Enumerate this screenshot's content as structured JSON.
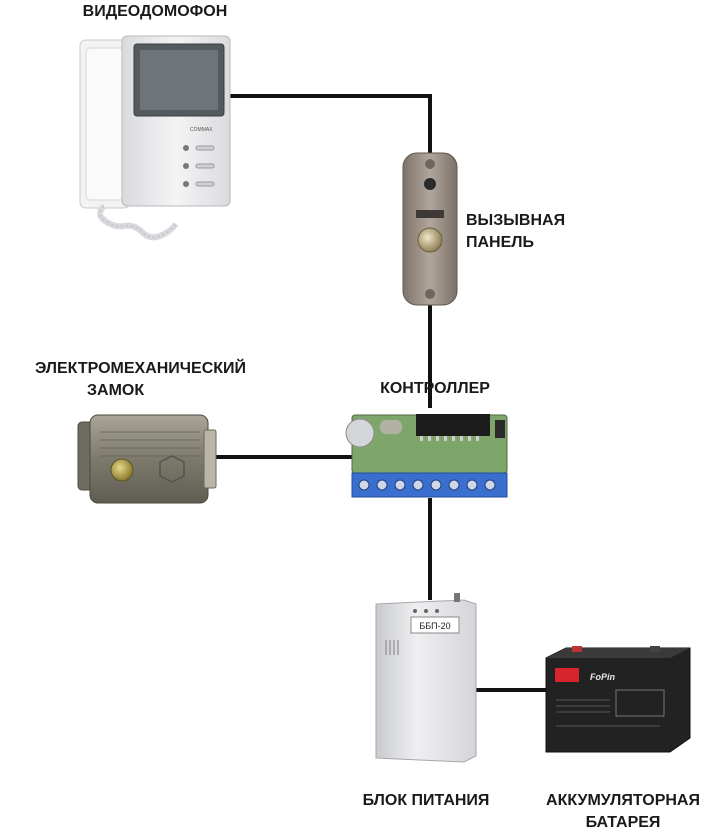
{
  "labels": {
    "videodomofon": "ВИДЕОДОМОФОН",
    "panel_line1": "ВЫЗЫВНАЯ",
    "panel_line2": "ПАНЕЛЬ",
    "lock_line1": "ЭЛЕКТРОМЕХАНИЧЕСКИЙ",
    "lock_line2": "ЗАМОК",
    "controller": "КОНТРОЛЛЕР",
    "psu": "БЛОК ПИТАНИЯ",
    "battery_line1": "АККУМУЛЯТОРНАЯ",
    "battery_line2": "БАТАРЕЯ"
  },
  "device_markings": {
    "monitor_brand": "COMMAX",
    "psu_model": "ББП-20",
    "battery_brand": "FoPin"
  },
  "colors": {
    "wire": "#111111",
    "monitor_body": "#e9eaec",
    "panel_body": "#9a8f85",
    "lock_body": "#8f8c80",
    "pcb": "#7fa66a",
    "terminal": "#3a6fcf",
    "psu_body": "#e6e7ea",
    "battery_body": "#222222"
  }
}
